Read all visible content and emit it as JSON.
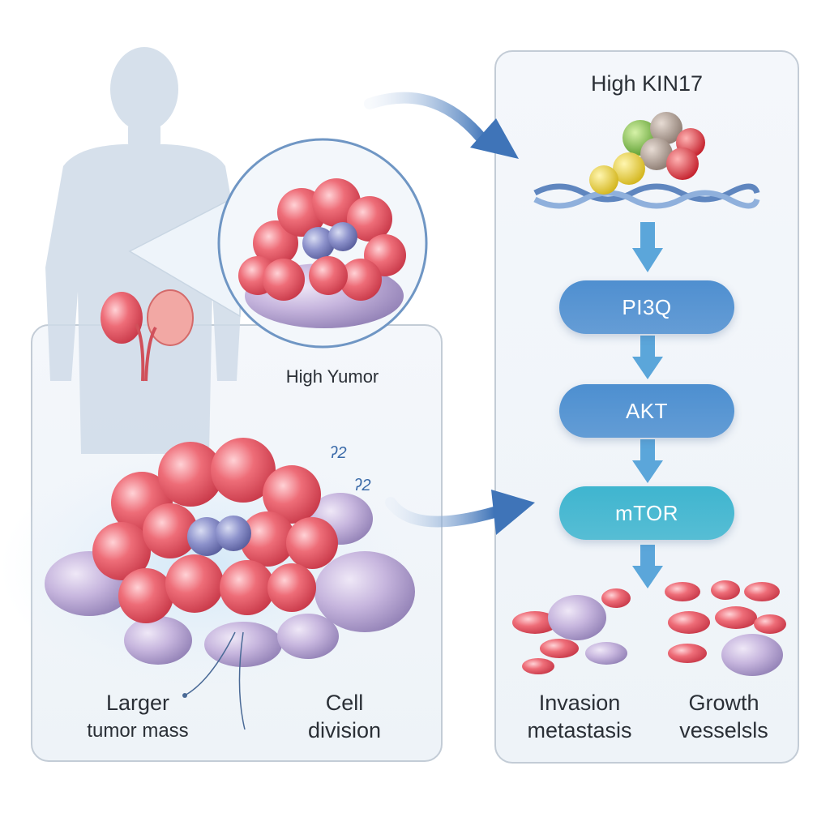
{
  "labels": {
    "tumor_inset": "High Yumor",
    "larger_mass": [
      "Larger",
      "tumor mass"
    ],
    "cell_division": [
      "Cell",
      "division"
    ],
    "kin17": "High KIN17",
    "invasion": [
      "Invasion",
      "metastasis"
    ],
    "growth": [
      "Growth",
      "vesselsls"
    ],
    "squiggle_1": "ʔ2",
    "squiggle_2": "ʔ2"
  },
  "pathway": [
    {
      "label": "PI3Q",
      "color": "#4f8fd0"
    },
    {
      "label": "AKT",
      "color": "#4d8fd0"
    },
    {
      "label": "mTOR",
      "color": "#3fb5cf"
    }
  ],
  "colors": {
    "arrow": "#4a7fc0",
    "down_arrow": "#5ba6da",
    "tumor_red": "#e0505e",
    "tumor_purple": "#b9a8d6",
    "silhouette": "#cfdbe8"
  }
}
